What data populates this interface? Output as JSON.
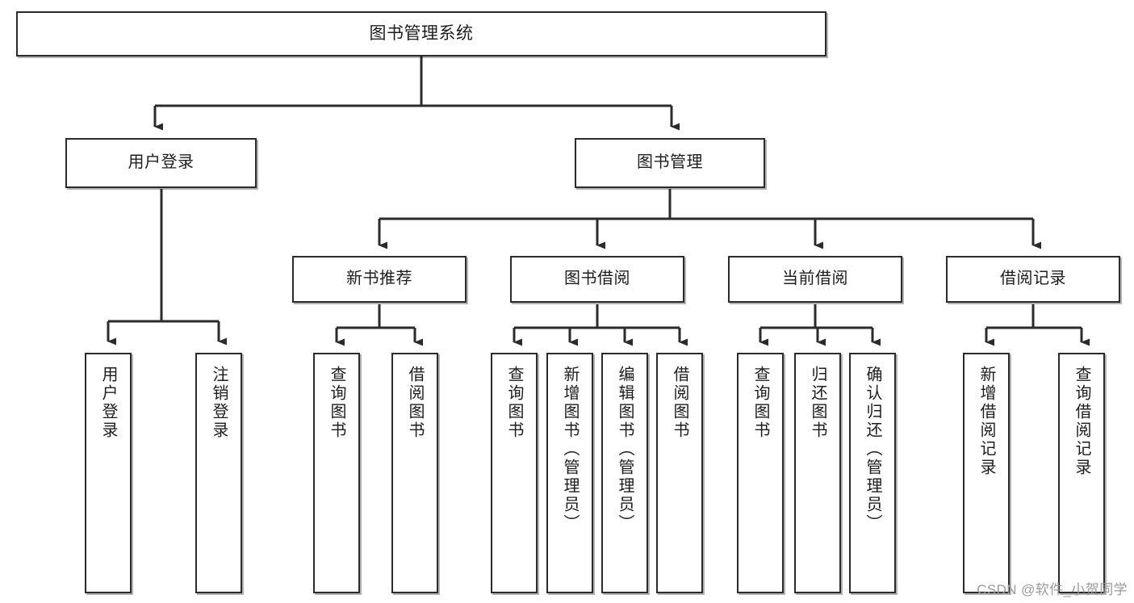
{
  "diagram": {
    "title": "图书管理系统",
    "type": "功能结构图",
    "watermark": "CSDN @软件_小贺同学",
    "colors": {
      "box_border": "#2b2b2b",
      "box_fill": "#ffffff",
      "edge": "#2b2b2b",
      "text": "#1d1d1d",
      "watermark": "#9a9a9a",
      "background": "#ffffff"
    },
    "nodes": {
      "root": {
        "label": "图书管理系统"
      },
      "level1": [
        {
          "label": "用户登录"
        },
        {
          "label": "图书管理"
        }
      ],
      "level2": [
        {
          "label": "新书推荐"
        },
        {
          "label": "图书借阅"
        },
        {
          "label": "当前借阅"
        },
        {
          "label": "借阅记录"
        }
      ],
      "leaves": {
        "user_login": [
          {
            "label": "用户登录"
          },
          {
            "label": "注销登录"
          }
        ],
        "new_book_recommend": [
          {
            "label": "查询图书"
          },
          {
            "label": "借阅图书"
          }
        ],
        "book_borrow": [
          {
            "label": "查询图书"
          },
          {
            "label": "新增图书（管理员）"
          },
          {
            "label": "编辑图书（管理员）"
          },
          {
            "label": "借阅图书"
          }
        ],
        "current_borrow": [
          {
            "label": "查询图书"
          },
          {
            "label": "归还图书"
          },
          {
            "label": "确认归还（管理员）"
          }
        ],
        "borrow_record": [
          {
            "label": "新增借阅记录"
          },
          {
            "label": "查询借阅记录"
          }
        ]
      }
    }
  }
}
